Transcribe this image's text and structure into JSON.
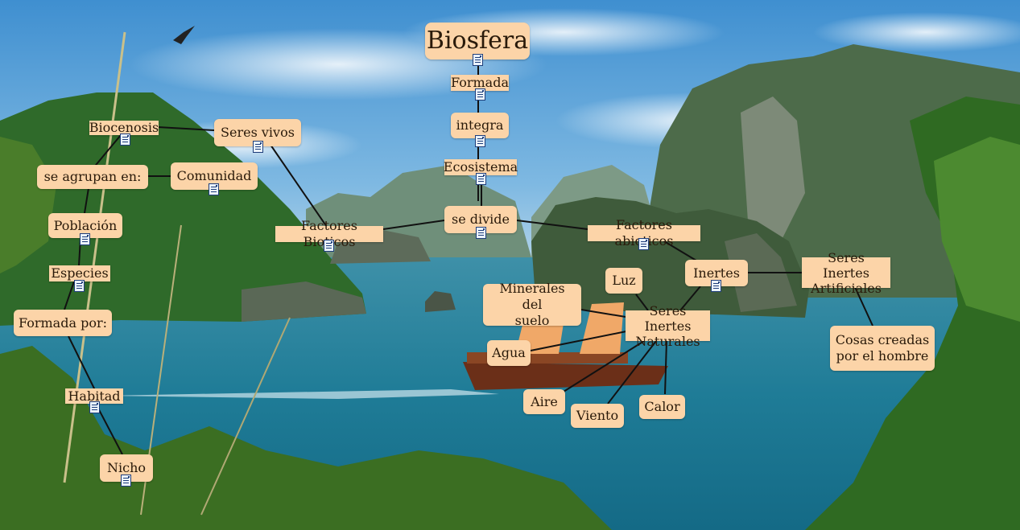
{
  "concept_map": {
    "nodes": {
      "biosfera": "Biosfera",
      "formada": "Formada",
      "integra": "integra",
      "ecosistema": "Ecosistema",
      "se_divide": "se divide",
      "factores_bioticos": "Factores Bioticos",
      "factores_abioticos": "Factores abioticos",
      "seres_vivos": "Seres vivos",
      "biocenosis": "Biocenosis",
      "se_agrupan": "se agrupan en:",
      "comunidad": "Comunidad",
      "poblacion": "Población",
      "especies": "Especies",
      "formada_por": "Formada por:",
      "habitad": "Habitad",
      "nicho": "Nicho",
      "inertes": "Inertes",
      "seres_inertes_artificiales": "Seres Inertes\nArtificiales",
      "cosas_creadas": "Cosas creadas\npor el hombre",
      "luz": "Luz",
      "minerales": "Minerales del\nsuelo",
      "seres_inertes_naturales": "Seres Inertes\nNaturales",
      "agua": "Agua",
      "aire": "Aire",
      "viento": "Viento",
      "calor": "Calor"
    }
  },
  "colors": {
    "node_fill": "#fcd4a8",
    "node_text": "#2a1a0a",
    "connector": "#111111",
    "doc_icon": "#1f3e7a"
  }
}
